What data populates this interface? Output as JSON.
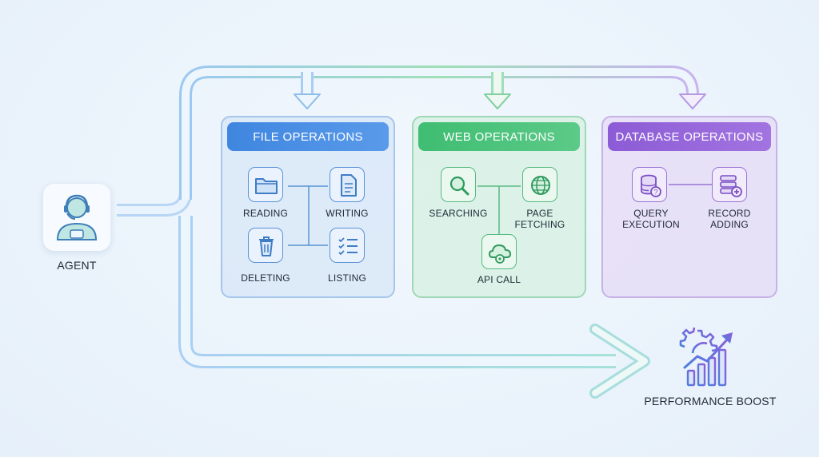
{
  "agent": {
    "label": "AGENT",
    "icon": "agent-headset-icon"
  },
  "panels": {
    "file": {
      "title": "FILE OPERATIONS",
      "color": "#4a8fe4",
      "ops": [
        {
          "label": "READING",
          "icon": "folder-icon"
        },
        {
          "label": "WRITING",
          "icon": "document-icon"
        },
        {
          "label": "DELETING",
          "icon": "trash-icon"
        },
        {
          "label": "LISTING",
          "icon": "checklist-icon"
        }
      ]
    },
    "web": {
      "title": "WEB OPERATIONS",
      "color": "#47c17a",
      "ops": [
        {
          "label": "SEARCHING",
          "icon": "magnifier-icon"
        },
        {
          "label": "PAGE FETCHING",
          "label_line1": "PAGE",
          "label_line2": "FETCHING",
          "icon": "globe-icon"
        },
        {
          "label": "API CALL",
          "icon": "cloud-gear-icon"
        }
      ]
    },
    "db": {
      "title": "DATABASE OPERATIONS",
      "color": "#9565dc",
      "ops": [
        {
          "label": "QUERY EXECUTION",
          "label_line1": "QUERY",
          "label_line2": "EXECUTION",
          "icon": "database-query-icon"
        },
        {
          "label": "RECORD ADDING",
          "label_line1": "RECORD",
          "label_line2": "ADDING",
          "icon": "database-add-icon"
        }
      ]
    }
  },
  "outcome": {
    "label": "PERFORMANCE BOOST",
    "icon": "gear-chart-arrow-icon"
  }
}
